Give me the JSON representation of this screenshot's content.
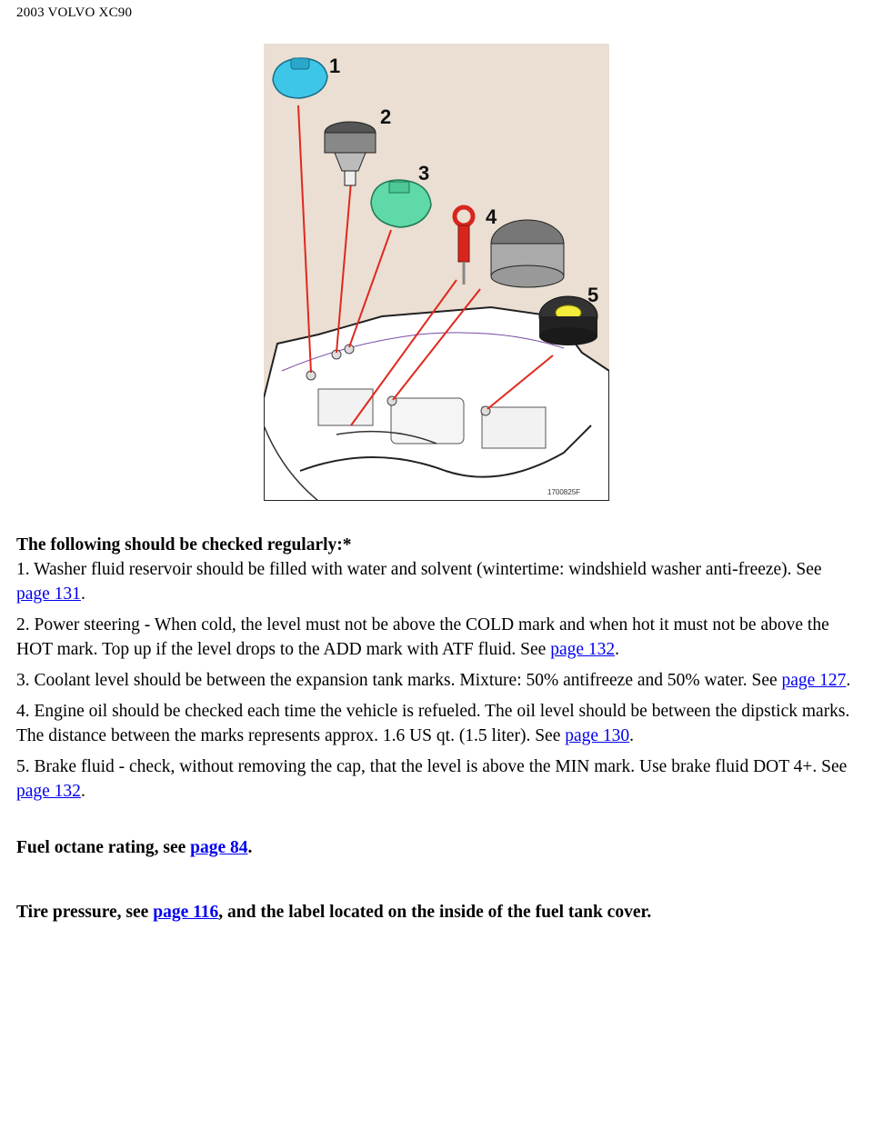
{
  "header": {
    "title": "2003 VOLVO XC90"
  },
  "figure": {
    "callouts": [
      "1",
      "2",
      "3",
      "4",
      "5"
    ],
    "code": "1700825F",
    "icons": [
      "washer-cap",
      "power-steering-cap",
      "coolant-cap",
      "oil-dipstick",
      "oil-cap",
      "brake-fluid-cap",
      "engine-bay"
    ]
  },
  "content": {
    "lead": "The following should be checked regularly:*",
    "items": [
      {
        "text": "1. Washer fluid reservoir should be filled with water and solvent (wintertime: windshield washer anti-freeze). See ",
        "link": "page 131",
        "after": "."
      },
      {
        "text": "2. Power steering - When cold, the level must not be above the COLD mark and when hot it must not be above the HOT mark. Top up if the level drops to the ADD mark with ATF fluid. See ",
        "link": "page 132",
        "after": "."
      },
      {
        "text": "3. Coolant level should be between the expansion tank marks. Mixture: 50% antifreeze and 50% water. See ",
        "link": "page 127",
        "after": "."
      },
      {
        "text": "4. Engine oil should be checked each time the vehicle is refueled. The oil level should be between the dipstick marks. The distance between the marks represents approx. 1.6 US qt. (1.5 liter). See ",
        "link": "page 130",
        "after": "."
      },
      {
        "text": "5. Brake fluid - check, without removing the cap, that the level is above the MIN mark. Use brake fluid DOT 4+. See ",
        "link": "page 132",
        "after": "."
      }
    ],
    "octane": {
      "text": "Fuel octane rating, see ",
      "link": "page 84",
      "after": "."
    },
    "tire": {
      "text": "Tire pressure, see ",
      "link": "page 116",
      "after": ", and the label located on the inside of the fuel tank cover."
    }
  },
  "colors": {
    "link": "#0000ee",
    "figure_bg": "#eadfd2",
    "leader": "#e0281e",
    "washer": "#3ec6e8",
    "coolant": "#5fd9a8",
    "dipstick": "#d8261e",
    "brake": "#f2ec3a"
  }
}
